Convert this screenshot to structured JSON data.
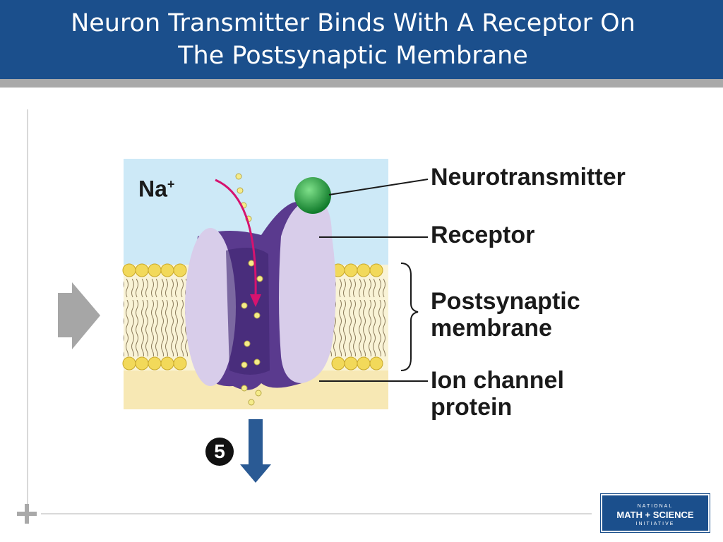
{
  "slide": {
    "title_line_1": "Neuron Transmitter Binds With A Receptor On",
    "title_line_2": "The Postsynaptic Membrane"
  },
  "diagram": {
    "ion_label": "Na",
    "ion_charge": "+",
    "labels": {
      "neurotransmitter": "Neurotransmitter",
      "receptor": "Receptor",
      "postsynaptic_line_1": "Postsynaptic",
      "postsynaptic_line_2": "membrane",
      "ion_channel_line_1": "Ion channel",
      "ion_channel_line_2": "protein"
    },
    "step_number": "5",
    "colors": {
      "extracellular": "#cde9f7",
      "intracellular": "#f7e8b4",
      "lipid_head": "#f2d95a",
      "channel_dark": "#5a3a8e",
      "channel_light": "#d8cdea",
      "neurotransmitter": "#1f9a3a",
      "flow_arrow": "#d6136f",
      "down_arrow": "#2a5a94"
    }
  },
  "logo": {
    "top": "NATIONAL",
    "main": "MATH + SCIENCE",
    "bottom": "INITIATIVE"
  }
}
